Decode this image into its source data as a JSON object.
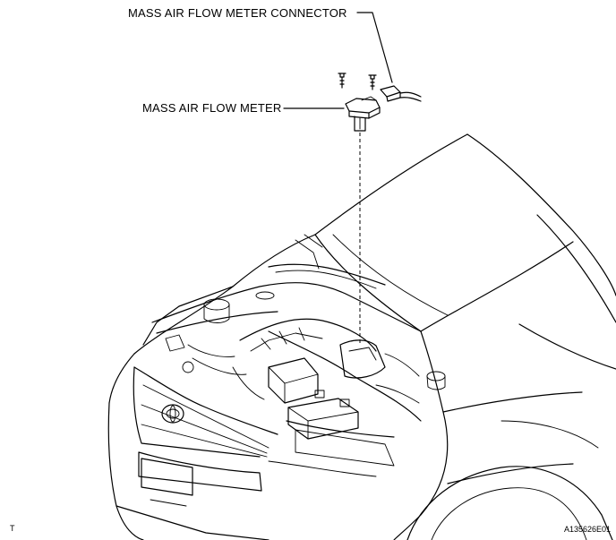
{
  "diagram": {
    "labels": {
      "connector": "MASS AIR FLOW METER CONNECTOR",
      "meter": "MASS AIR FLOW METER"
    },
    "footer": {
      "left_mark": "T",
      "figure_code": "A135626E01"
    }
  }
}
